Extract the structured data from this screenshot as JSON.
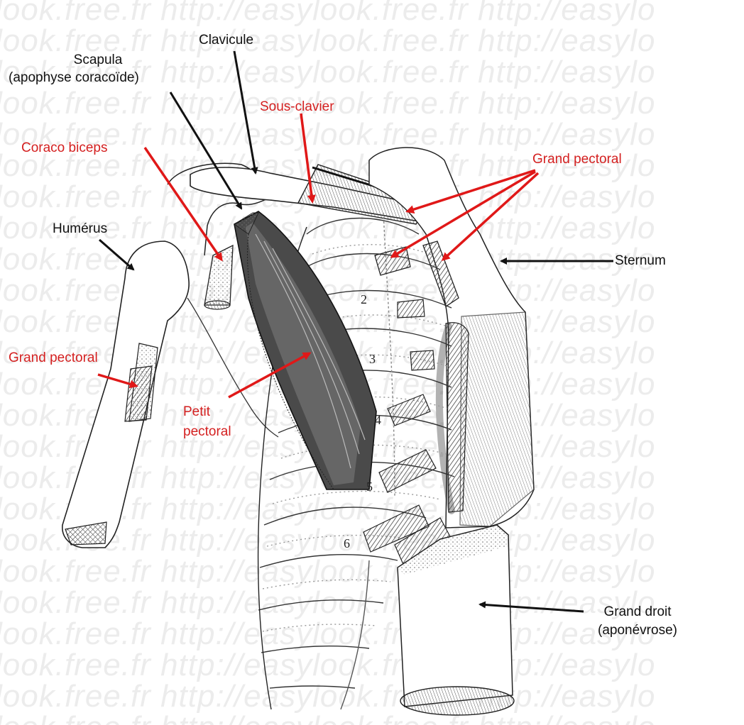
{
  "watermark": {
    "lines": [
      "ylook.free.fr http://easylook.free.fr http://easylo",
      "ylook.free.fr http://easylook.free.fr http://easylo",
      "ylook.free.fr http://easylook.free.fr http://easylo",
      "ylook.free.fr http://easylook.free.fr http://easylo",
      "ylook.free.fr http://easylook.free.fr http://easylo",
      "ylook.free.fr http://easylook.free.fr http://easylo",
      "ylook.free.fr http://easylook.free.fr http://easylo",
      "ylook.free.fr http://easylook.free.fr http://easylo",
      "ylook.free.fr http://easylook.free.fr http://easylo",
      "ylook.free.fr http://easylook.free.fr http://easylo",
      "ylook.free.fr http://easylook.free.fr http://easylo",
      "ylook.free.fr http://easylook.free.fr http://easylo",
      "ylook.free.fr http://easylook.free.fr http://easylo",
      "ylook.free.fr http://easylook.free.fr http://easylo",
      "ylook.free.fr http://easylook.free.fr http://easylo",
      "ylook.free.fr http://easylook.free.fr http://easylo",
      "ylook.free.fr http://easylook.free.fr http://easylo",
      "ylook.free.fr http://easylook.free.fr http://easylo",
      "ylook.free.fr http://easylook.free.fr http://easylo",
      "ylook.free.fr http://easylook.free.fr http://easylo",
      "ylook.free.fr http://easylook.free.fr http://easylo",
      "ylook.free.fr http://easylook.free.fr http://easylo",
      "ylook.free.fr http://easylook.free.fr http://easylo",
      "ylook.free.fr http://easylook.free.fr http://easylo"
    ]
  },
  "labels": {
    "clavicule": "Clavicule",
    "scapula_1": "Scapula",
    "scapula_2": "(apophyse coracoïde)",
    "sous_clavier": "Sous-clavier",
    "coraco_biceps": "Coraco biceps",
    "grand_pectoral_top": "Grand pectoral",
    "humerus": "Humérus",
    "sternum": "Sternum",
    "grand_pectoral_left": "Grand pectoral",
    "petit_pectoral_1": "Petit",
    "petit_pectoral_2": "pectoral",
    "grand_droit_1": "Grand droit",
    "grand_droit_2": "(aponévrose)"
  },
  "rib_numbers": [
    "2",
    "3",
    "4",
    "5",
    "6"
  ],
  "colors": {
    "label_black": "#111111",
    "label_red": "#d42020",
    "arrow_black": "#111111",
    "arrow_red": "#e01818",
    "watermark": "#ececec"
  }
}
